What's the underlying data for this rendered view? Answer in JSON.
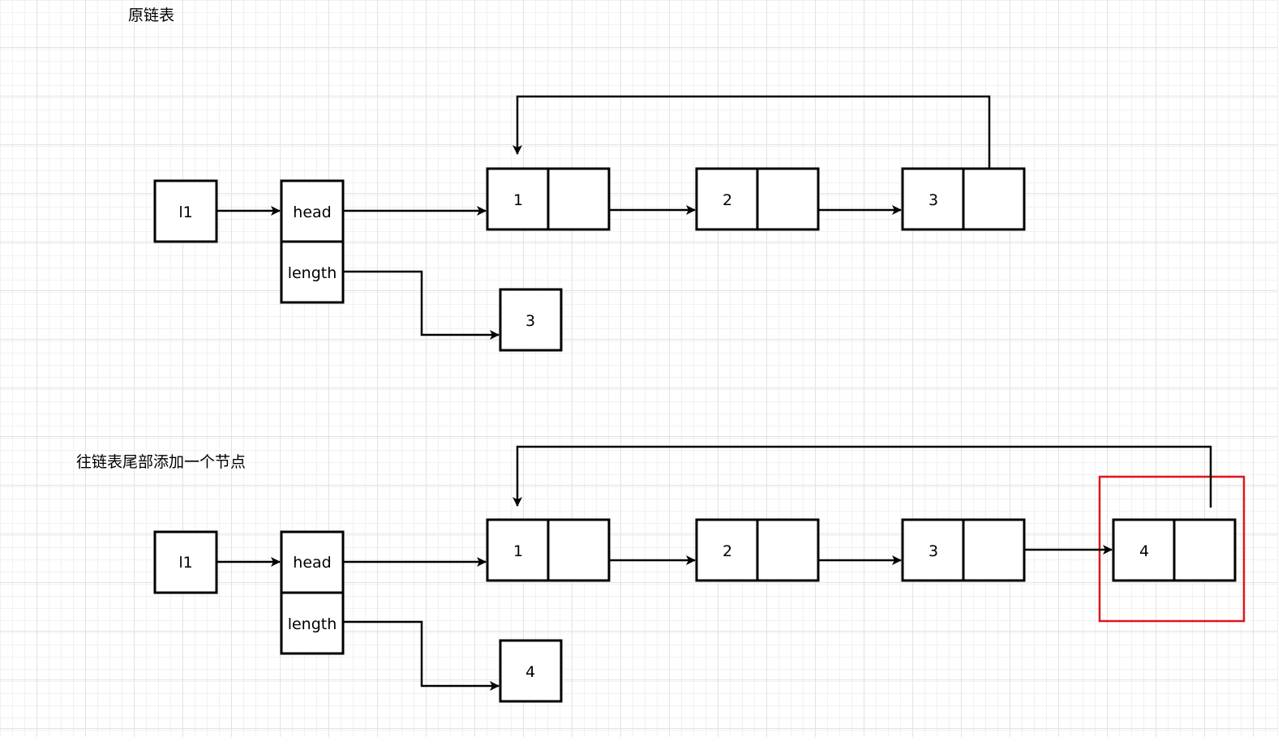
{
  "titles": {
    "original": "原链表",
    "after_append": "往链表尾部添加一个节点"
  },
  "colors": {
    "stroke": "#000000",
    "highlight": "#e0151b"
  },
  "diagrams": [
    {
      "variable": "l1",
      "fields": [
        "head",
        "length"
      ],
      "nodes": [
        "1",
        "2",
        "3"
      ],
      "length_value": "3",
      "circular": true
    },
    {
      "variable": "l1",
      "fields": [
        "head",
        "length"
      ],
      "nodes": [
        "1",
        "2",
        "3",
        "4"
      ],
      "length_value": "4",
      "circular": true,
      "highlighted_node": "4"
    }
  ]
}
